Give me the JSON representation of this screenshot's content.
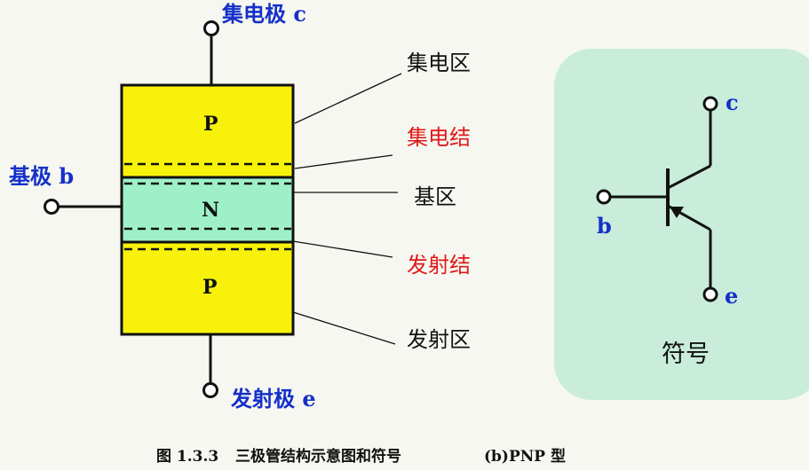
{
  "terminals": {
    "collector": "集电极 c",
    "base": "基极 b",
    "emitter": "发射极 e"
  },
  "regions": {
    "top": "P",
    "middle": "N",
    "bottom": "P"
  },
  "region_labels": {
    "collector_region": "集电区",
    "collector_junction": "集电结",
    "base_region": "基区",
    "emitter_junction": "发射结",
    "emitter_region": "发射区"
  },
  "symbol": {
    "c": "c",
    "b": "b",
    "e": "e",
    "title": "符号"
  },
  "caption": {
    "figure": "图 1.3.3",
    "title": "三极管结构示意图和符号",
    "type": "(b)PNP 型"
  },
  "colors": {
    "p_region": "#f8f20a",
    "n_region": "#9ef0c8",
    "symbol_panel": "#c9ecdb",
    "terminal_blue": "#1530c8",
    "junction_red": "#e01818"
  }
}
